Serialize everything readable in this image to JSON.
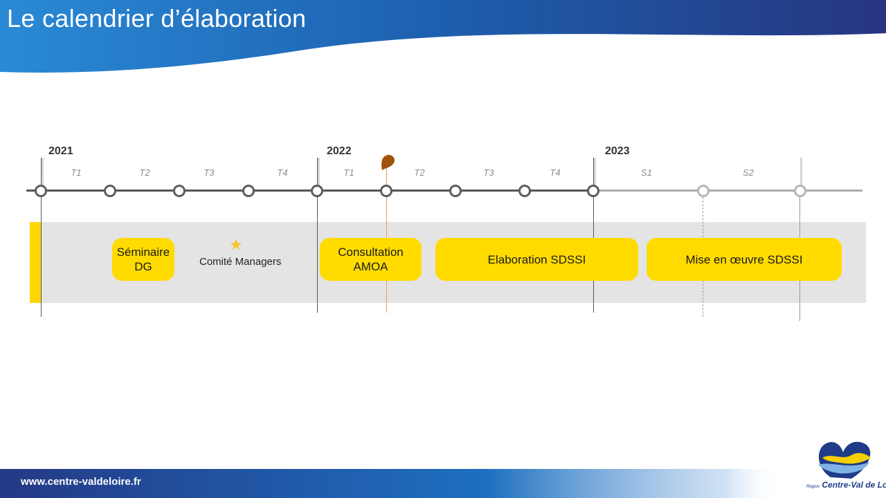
{
  "header": {
    "title": "Le calendrier d’élaboration"
  },
  "timeline": {
    "years": [
      "2021",
      "2022",
      "2023"
    ],
    "periods": [
      "T1",
      "T2",
      "T3",
      "T4",
      "T1",
      "T2",
      "T3",
      "T4",
      "S1",
      "S2"
    ]
  },
  "phases": {
    "seminaire": {
      "line1": "Séminaire",
      "line2": "DG"
    },
    "consultation": {
      "line1": "Consultation",
      "line2": "AMOA"
    },
    "elaboration": {
      "label": "Elaboration SDSSI"
    },
    "mise_en_oeuvre": {
      "label": "Mise en œuvre SDSSI"
    }
  },
  "milestone": {
    "label": "Comité Managers",
    "icon": "star-icon"
  },
  "marker": {
    "icon": "map-pin-icon",
    "color": "#a0520a"
  },
  "colors": {
    "header_blue": "#1e5fb0",
    "phase_yellow": "#ffdb00",
    "band_gray": "#e4e4e4"
  },
  "footer": {
    "url": "www.centre-valdeloire.fr"
  },
  "logo": {
    "brand_small": "Région",
    "brand": "Centre-Val de Loire"
  }
}
